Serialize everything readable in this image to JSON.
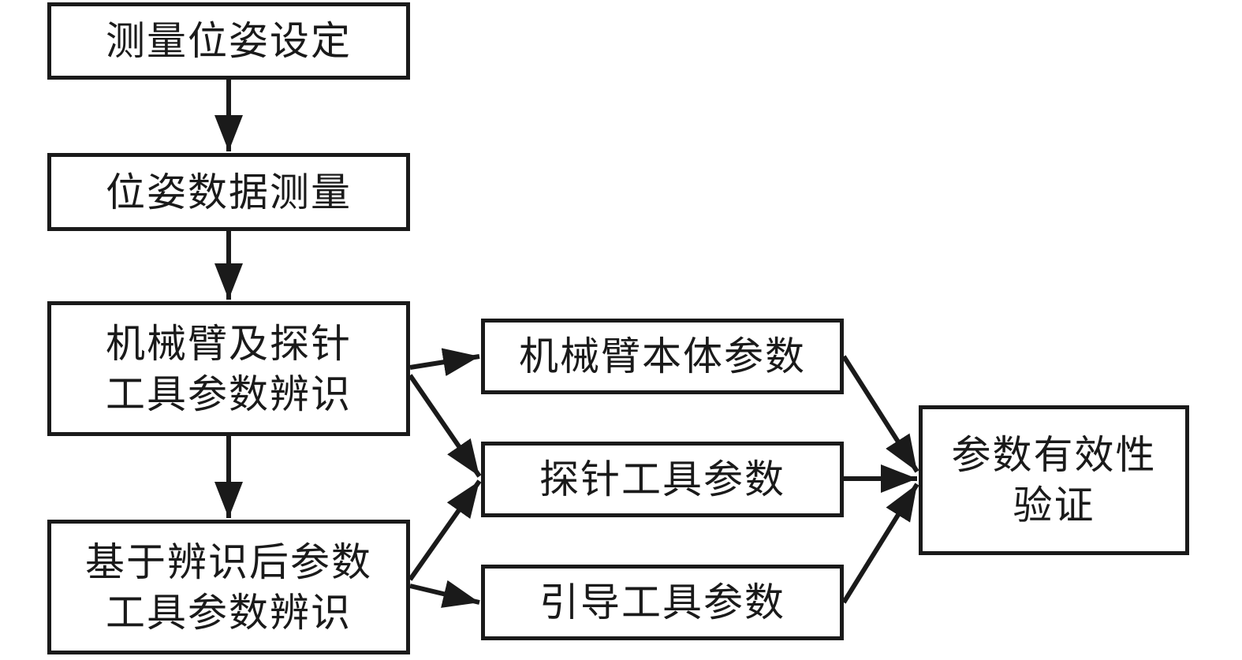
{
  "diagram": {
    "nodes": [
      {
        "id": "n1",
        "lines": [
          "测量位姿设定"
        ]
      },
      {
        "id": "n2",
        "lines": [
          "位姿数据测量"
        ]
      },
      {
        "id": "n3",
        "lines": [
          "机械臂及探针",
          "工具参数辨识"
        ]
      },
      {
        "id": "n4",
        "lines": [
          "基于辨识后参数",
          "工具参数辨识"
        ]
      },
      {
        "id": "n5",
        "lines": [
          "机械臂本体参数"
        ]
      },
      {
        "id": "n6",
        "lines": [
          "探针工具参数"
        ]
      },
      {
        "id": "n7",
        "lines": [
          "引导工具参数"
        ]
      },
      {
        "id": "n8",
        "lines": [
          "参数有效性",
          "验证"
        ]
      }
    ],
    "edges": [
      {
        "from": "n1",
        "to": "n2"
      },
      {
        "from": "n2",
        "to": "n3"
      },
      {
        "from": "n3",
        "to": "n4"
      },
      {
        "from": "n3",
        "to": "n5"
      },
      {
        "from": "n3",
        "to": "n6"
      },
      {
        "from": "n4",
        "to": "n6"
      },
      {
        "from": "n4",
        "to": "n7"
      },
      {
        "from": "n5",
        "to": "n8"
      },
      {
        "from": "n6",
        "to": "n8"
      },
      {
        "from": "n7",
        "to": "n8"
      }
    ],
    "colors": {
      "stroke": "#1a1a1a",
      "background": "#ffffff"
    }
  }
}
